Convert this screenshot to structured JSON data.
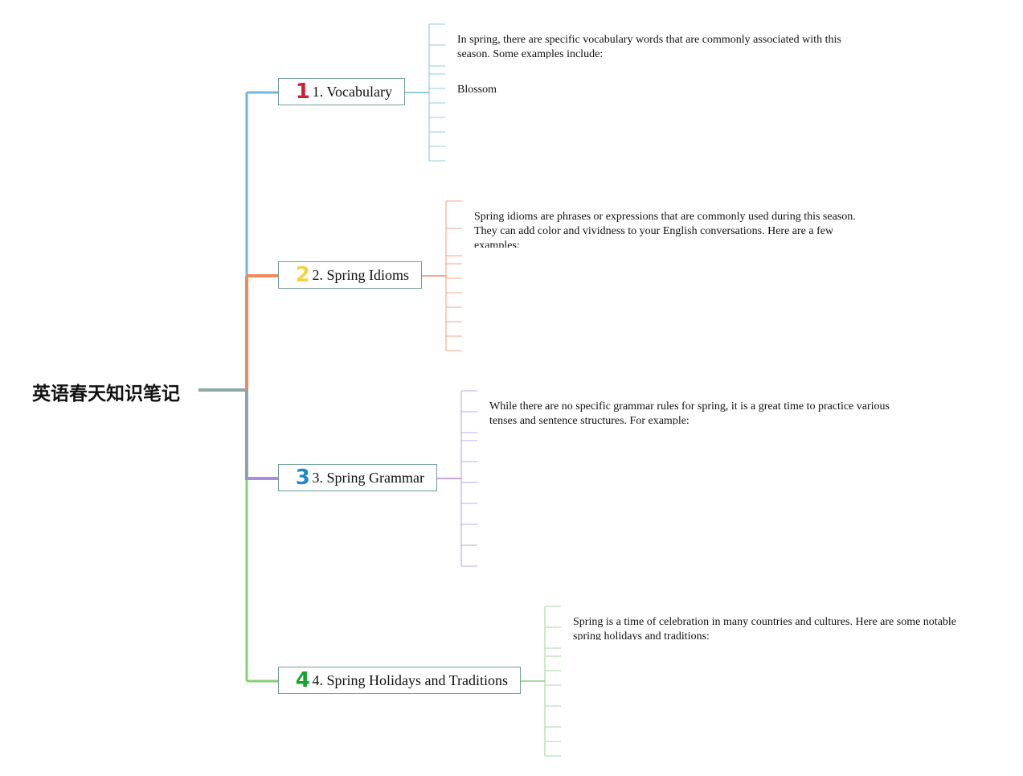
{
  "root": {
    "title": "英语春天知识笔记"
  },
  "branches": [
    {
      "number": "1",
      "label": "1. Vocabulary",
      "color": "#6fb7dc",
      "number_color": "#cf1f34",
      "note": "In spring, there are specific vocabulary words that are commonly associated with this season. Some examples include:",
      "leaf": "Blossom"
    },
    {
      "number": "2",
      "label": "2. Spring Idioms",
      "color": "#f08a5d",
      "number_color": "#f5d33f",
      "note": "Spring idioms are phrases or expressions that are commonly used during this season. They can add color and vividness to your English conversations. Here are a few examples:"
    },
    {
      "number": "3",
      "label": "3. Spring Grammar",
      "color": "#a98be0",
      "number_color": "#1e88c9",
      "note": "While there are no specific grammar rules for spring, it is a great time to practice various tenses and sentence structures. For example:"
    },
    {
      "number": "4",
      "label": "4. Spring Holidays and Traditions",
      "color": "#86cf7a",
      "number_color": "#17a32c",
      "note": "Spring is a time of celebration in many countries and cultures. Here are some notable spring holidays and traditions:"
    }
  ],
  "colors": {
    "root_connector": "#8aa8a5",
    "node_border": "#6d9e92"
  }
}
